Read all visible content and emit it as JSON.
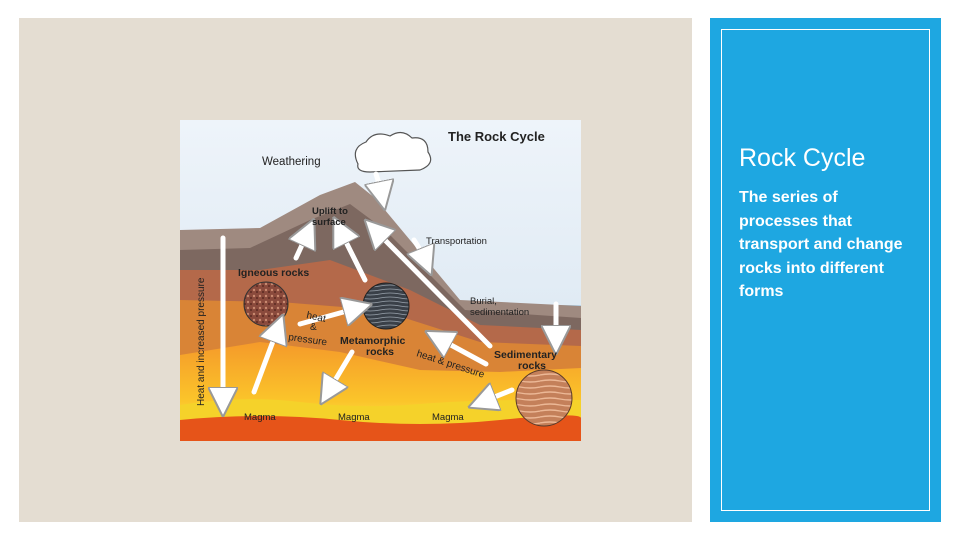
{
  "diagram": {
    "title": "The Rock Cycle",
    "labels": {
      "weathering": "Weathering",
      "uplift_line1": "Uplift to",
      "uplift_line2": "surface",
      "transportation": "Transportation",
      "igneous": "Igneous rocks",
      "burial_line1": "Burial,",
      "burial_line2": "sedimentation",
      "heat_pressure_1a": "heat",
      "heat_pressure_1b": "&",
      "heat_pressure_1c": "pressure",
      "metamorphic_line1": "Metamorphic",
      "metamorphic_line2": "rocks",
      "heat_pressure_2": "heat & pressure",
      "sedimentary_line1": "Sedimentary",
      "sedimentary_line2": "rocks",
      "side_axis": "Heat and increased pressure",
      "magma_1": "Magma",
      "magma_2": "Magma",
      "magma_3": "Magma"
    }
  },
  "slide": {
    "title": "Rock Cycle",
    "body": "The series of processes that transport and change rocks into different forms"
  }
}
